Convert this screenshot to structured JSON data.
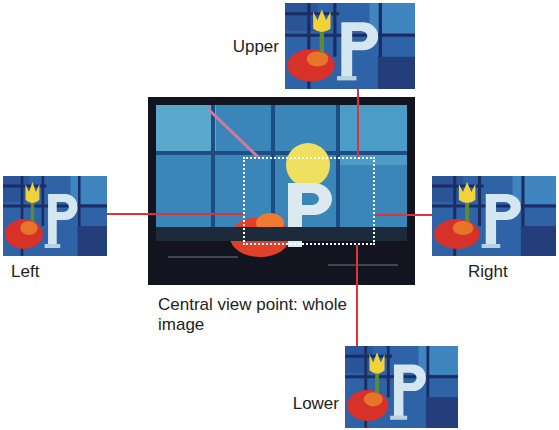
{
  "diagram": {
    "nodes": [
      {
        "text": [
          "Upper"
        ]
      },
      {
        "text": [
          "Left"
        ]
      },
      {
        "text": [
          "Central view point: whole image"
        ]
      },
      {
        "text": [
          "Right"
        ]
      },
      {
        "text": [
          "Lower"
        ]
      }
    ],
    "edges": [
      {
        "from": 0,
        "to": 2,
        "arrow": "none"
      },
      {
        "from": 1,
        "to": 2,
        "arrow": "none"
      },
      {
        "from": 3,
        "to": 2,
        "arrow": "none"
      },
      {
        "from": 4,
        "to": 2,
        "arrow": "none"
      }
    ]
  }
}
